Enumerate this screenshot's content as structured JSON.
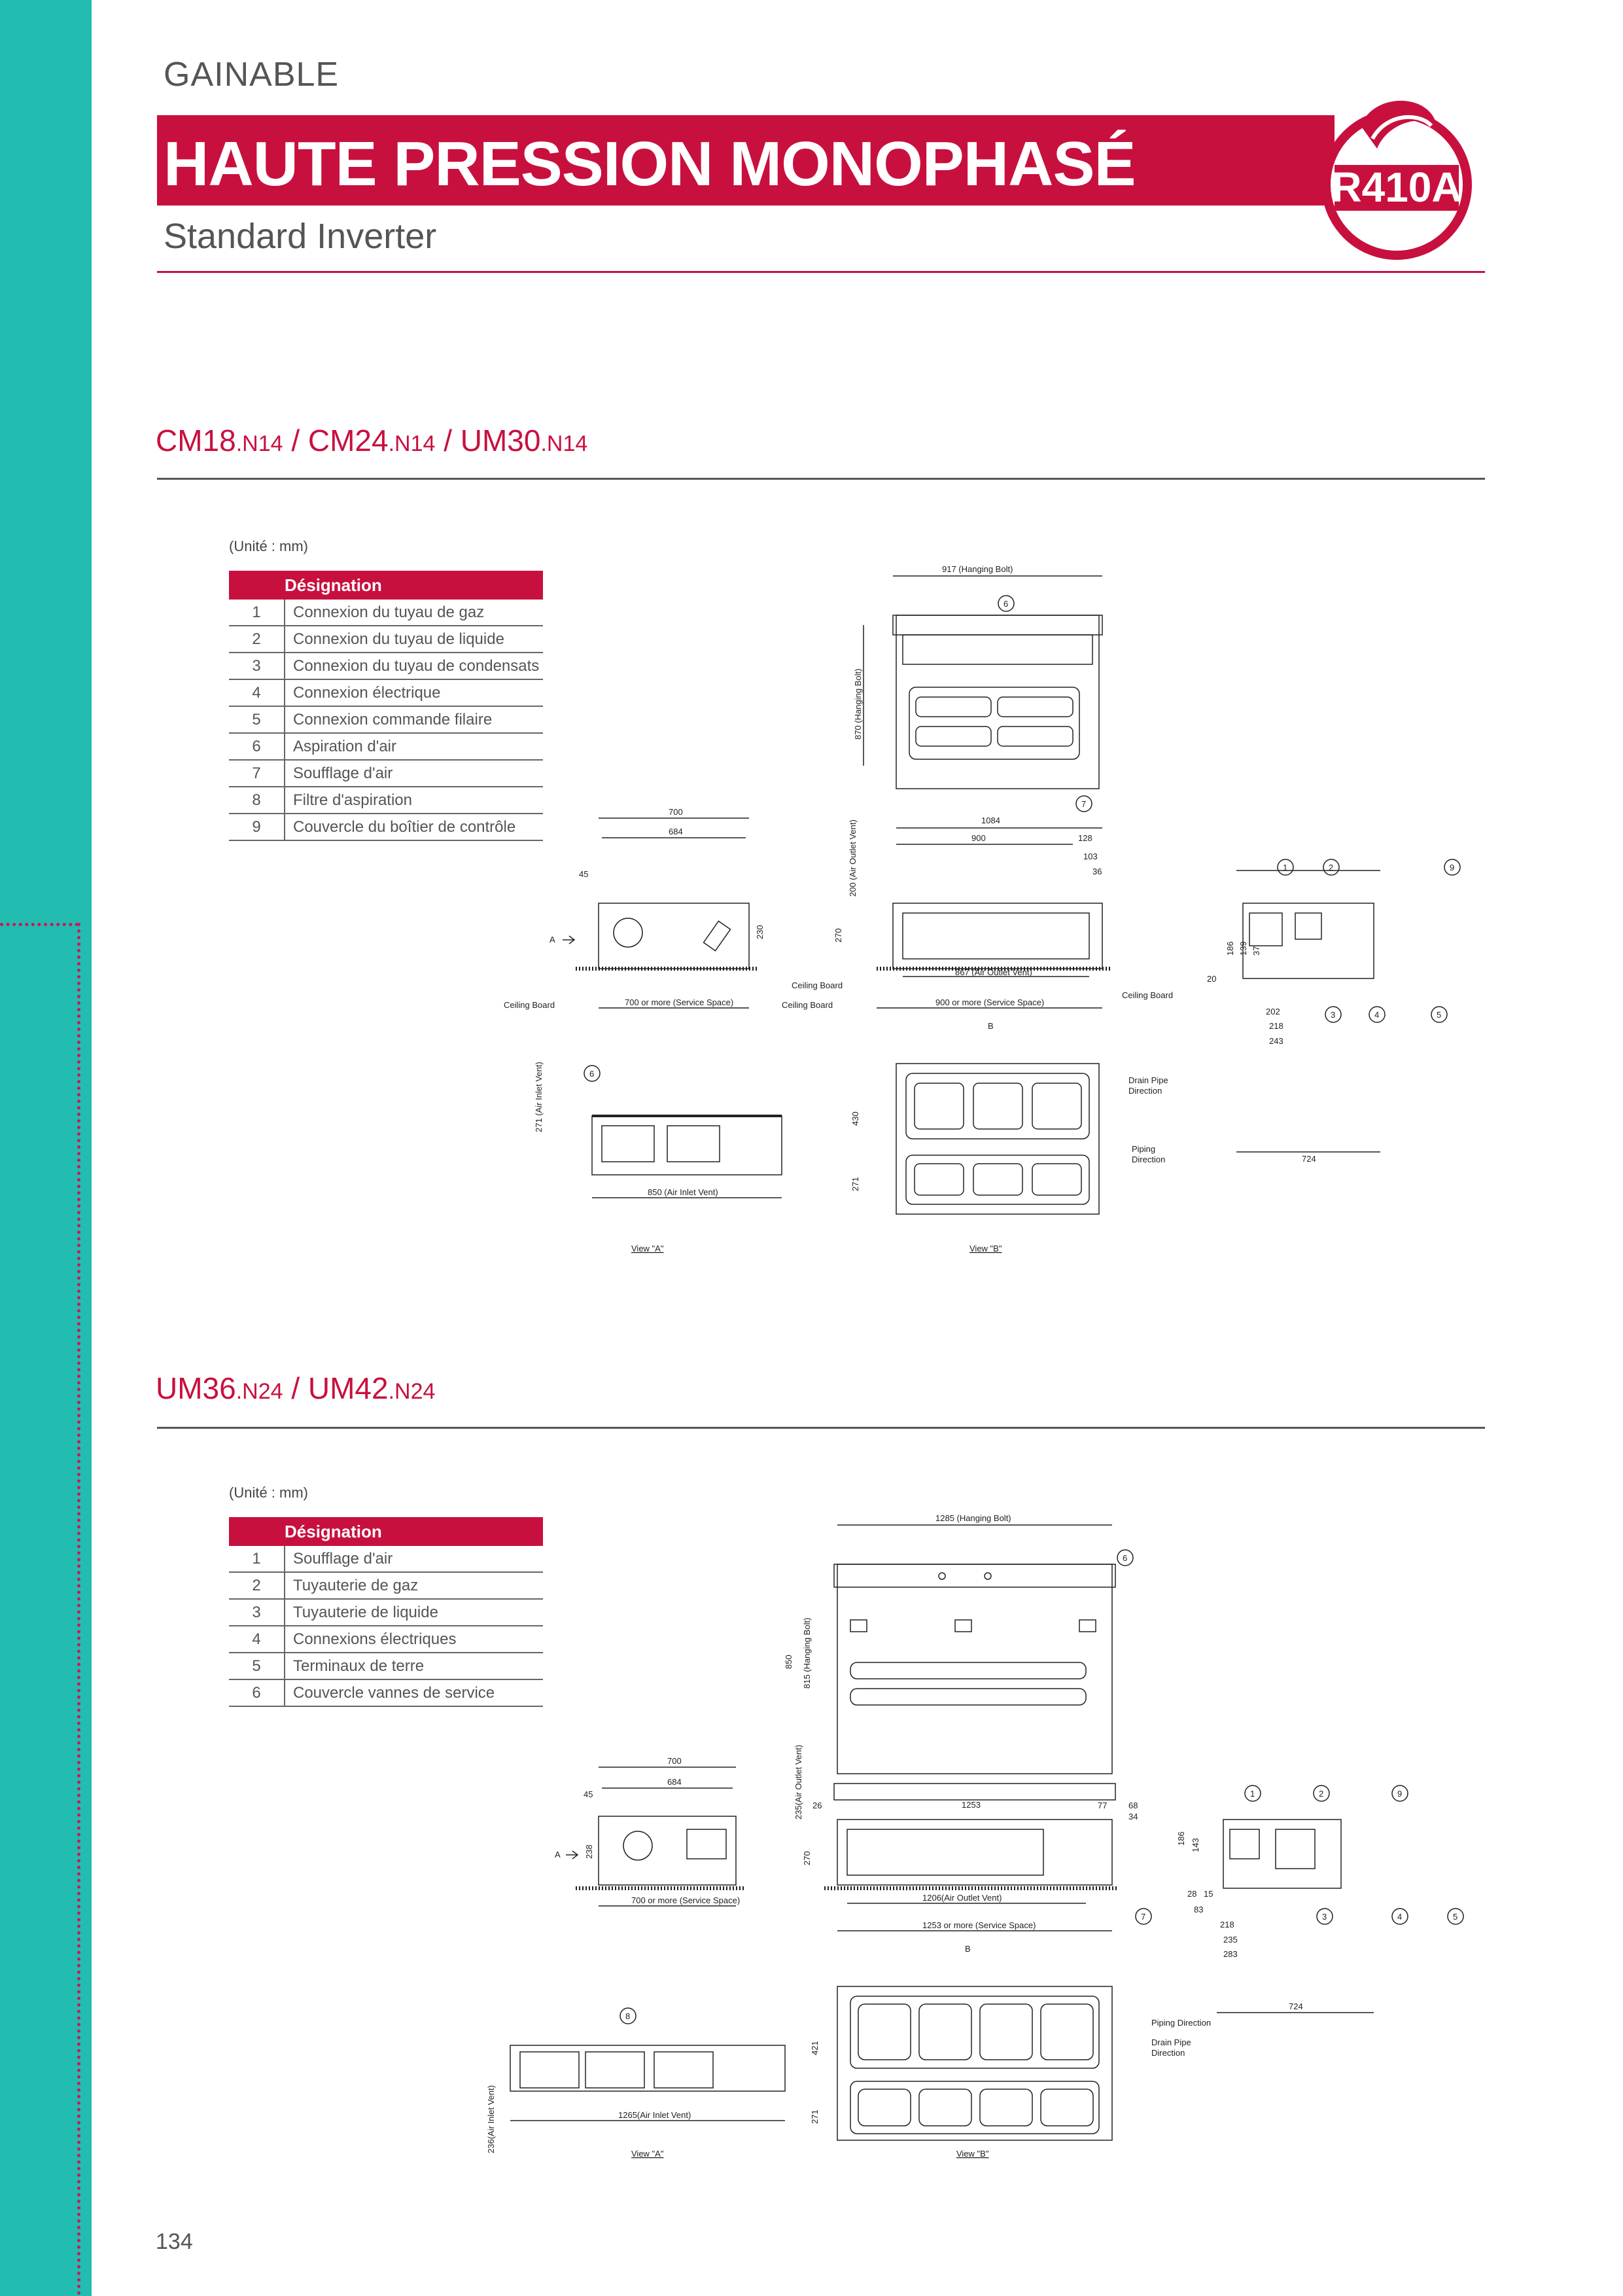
{
  "header": {
    "category": "GAINABLE",
    "title": "HAUTE PRESSION MONOPHASÉ",
    "subtitle": "Standard Inverter",
    "badge": "R410A",
    "accent_color": "#c8103e",
    "sidebar_color": "#22bcb0"
  },
  "section1": {
    "model_parts": [
      "CM18",
      ".N14",
      " / CM24",
      ".N14",
      " / UM30",
      ".N14"
    ],
    "unit_note": "(Unité : mm)",
    "table_header": "Désignation",
    "rows": [
      {
        "n": "1",
        "d": "Connexion du tuyau de gaz"
      },
      {
        "n": "2",
        "d": "Connexion du tuyau de liquide"
      },
      {
        "n": "3",
        "d": "Connexion du tuyau de condensats"
      },
      {
        "n": "4",
        "d": "Connexion électrique"
      },
      {
        "n": "5",
        "d": "Connexion commande filaire"
      },
      {
        "n": "6",
        "d": "Aspiration d'air"
      },
      {
        "n": "7",
        "d": "Soufflage d'air"
      },
      {
        "n": "8",
        "d": "Filtre d'aspiration"
      },
      {
        "n": "9",
        "d": "Couvercle du boîtier de contrôle"
      }
    ],
    "drawing": {
      "dims": {
        "hanging_bolt": "917 (Hanging Bolt)",
        "h_hanging": "870 (Hanging Bolt)",
        "w1084": "1084",
        "w900": "900",
        "d128": "128",
        "d103": "103",
        "d36": "36",
        "d700": "700",
        "d684": "684",
        "d45": "45",
        "d270": "270",
        "d230": "230",
        "air_outlet_side": "200 (Air Outlet Vent)",
        "air_outlet": "867 (Air Outlet Vent)",
        "service1": "700 or more (Service Space)",
        "service2": "900 or more (Service Space)",
        "inlet_side": "271 (Air Inlet Vent)",
        "inlet": "850 (Air Inlet Vent)",
        "d430": "430",
        "d271": "271",
        "d186": "186",
        "d139": "139",
        "d37": "37",
        "d20": "20",
        "d202": "202",
        "d218": "218",
        "d243": "243",
        "d724": "724"
      },
      "labels": {
        "ceiling": "Ceiling Board",
        "drain": "Drain Pipe\nDirection",
        "piping": "Piping\nDirection",
        "view_a": "View \"A\"",
        "view_b": "View \"B\"",
        "a": "A",
        "b": "B"
      }
    }
  },
  "section2": {
    "model_parts": [
      "UM36",
      ".N24",
      " / UM42",
      ".N24"
    ],
    "unit_note": "(Unité : mm)",
    "table_header": "Désignation",
    "rows": [
      {
        "n": "1",
        "d": "Soufflage d'air"
      },
      {
        "n": "2",
        "d": "Tuyauterie de gaz"
      },
      {
        "n": "3",
        "d": "Tuyauterie de liquide"
      },
      {
        "n": "4",
        "d": "Connexions électriques"
      },
      {
        "n": "5",
        "d": "Terminaux de terre"
      },
      {
        "n": "6",
        "d": "Couvercle vannes de service"
      }
    ],
    "drawing": {
      "dims": {
        "hanging_bolt": "1285 (Hanging Bolt)",
        "d850": "850",
        "h_hanging": "815 (Hanging Bolt)",
        "d700": "700",
        "d684": "684",
        "d45": "45",
        "d238": "238",
        "side_outlet": "235(Air Outlet Vent)",
        "d270": "270",
        "d26": "26",
        "w1253": "1253",
        "d77": "77",
        "d68": "68",
        "d34": "34",
        "service1": "700 or more (Service Space)",
        "outlet": "1206(Air Outlet Vent)",
        "service2": "1253 or more (Service Space)",
        "inlet": "1265(Air Inlet Vent)",
        "inlet_side": "236(Air Inlet Vent)",
        "d421": "421",
        "d271": "271",
        "d186": "186",
        "d143": "143",
        "d28": "28",
        "d15": "15",
        "d83": "83",
        "d218": "218",
        "d235": "235",
        "d283": "283",
        "d724": "724"
      },
      "labels": {
        "piping": "Piping Direction",
        "drain": "Drain Pipe\nDirection",
        "view_a": "View \"A\"",
        "view_b": "View \"B\"",
        "a": "A",
        "b": "B"
      }
    }
  },
  "footer": {
    "page_number": "134"
  }
}
